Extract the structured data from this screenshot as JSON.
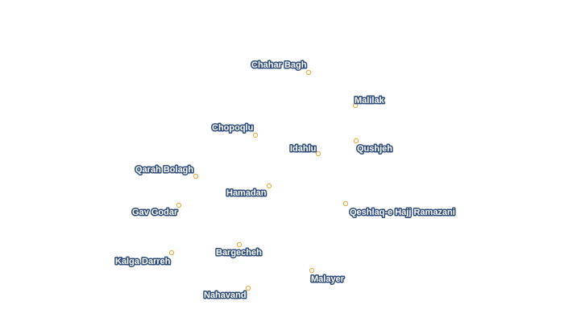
{
  "map": {
    "marker_color": "#e8b04a",
    "label_fill": "#ffffff",
    "label_halo": "#2e4a7a",
    "places": [
      {
        "id": "chahar-bagh",
        "name": "Chahar Bagh"
      },
      {
        "id": "malilak",
        "name": "Malilak"
      },
      {
        "id": "chopoqlu",
        "name": "Chopoqlu"
      },
      {
        "id": "idahlu",
        "name": "Idahlu"
      },
      {
        "id": "qushjeh",
        "name": "Qushjeh"
      },
      {
        "id": "qarah-bolagh",
        "name": "Qarah Bolagh"
      },
      {
        "id": "hamadan",
        "name": "Hamadan"
      },
      {
        "id": "qeshlaq",
        "name": "Qeshlaq-e Hajj Ramazani"
      },
      {
        "id": "gav-godar",
        "name": "Gav Godar"
      },
      {
        "id": "bargecheh",
        "name": "Bargecheh"
      },
      {
        "id": "kalga-darreh",
        "name": "Kalga Darreh"
      },
      {
        "id": "malayer",
        "name": "Malayer"
      },
      {
        "id": "nahavand",
        "name": "Nahavand"
      }
    ]
  }
}
